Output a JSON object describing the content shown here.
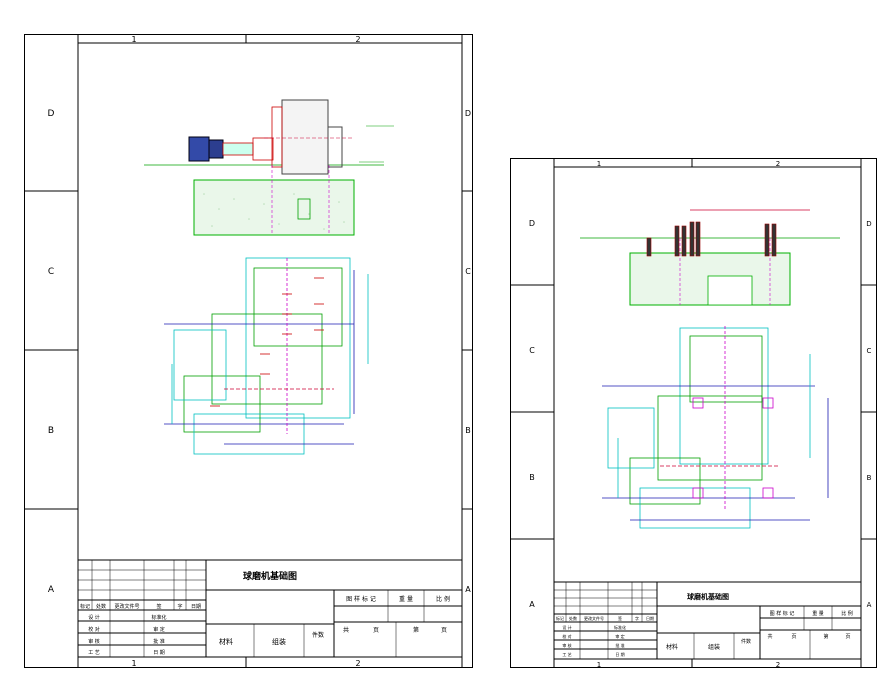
{
  "sheets": [
    {
      "grid_cols": [
        "1",
        "2"
      ],
      "grid_rows": [
        "D",
        "C",
        "B",
        "A"
      ],
      "title_block": {
        "drawing_title": "球磨机基础图",
        "rev_headers": [
          "标记",
          "处数",
          "更改文件号",
          "签",
          "字",
          "日期"
        ],
        "signoff_left": [
          "设 计",
          "校 对",
          "审 核",
          "工 艺"
        ],
        "signoff_right": [
          "标准化",
          "审 定",
          "批 准",
          "日 期"
        ],
        "info_headers": [
          "图 样 标 记",
          "重 量",
          "比 例"
        ],
        "sheet_count": [
          "共",
          "页",
          "第",
          "页"
        ],
        "material_label": "材料",
        "material_value": "组装",
        "part_label": "件数"
      }
    },
    {
      "grid_cols": [
        "1",
        "2"
      ],
      "grid_rows": [
        "D",
        "C",
        "B",
        "A"
      ],
      "title_block": {
        "drawing_title": "球磨机基础图",
        "rev_headers": [
          "标记",
          "处数",
          "更改文件号",
          "签",
          "字",
          "日期"
        ],
        "signoff_left": [
          "设 计",
          "校 对",
          "审 核",
          "工 艺"
        ],
        "signoff_right": [
          "标准化",
          "审 定",
          "批 准",
          "日 期"
        ],
        "info_headers": [
          "图 样 标 记",
          "重 量",
          "比 例"
        ],
        "sheet_count": [
          "共",
          "页",
          "第",
          "页"
        ],
        "material_label": "材料",
        "material_value": "组装",
        "part_label": "件数"
      }
    }
  ]
}
